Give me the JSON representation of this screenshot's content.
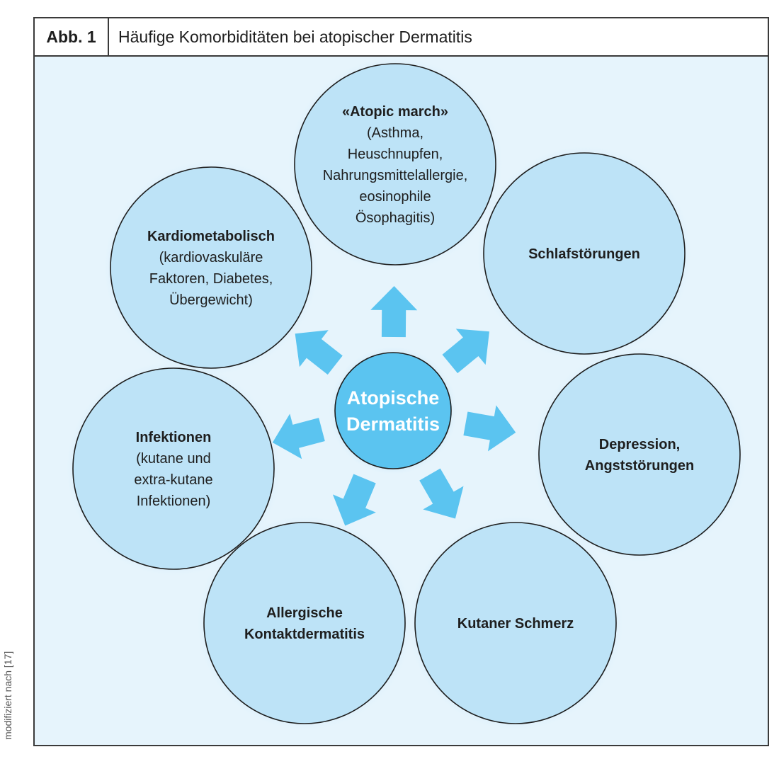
{
  "header": {
    "figure_label": "Abb. 1",
    "title": "Häufige Komorbiditäten bei atopischer Dermatitis"
  },
  "center": {
    "lines": [
      "Atopische",
      "Dermatitis"
    ]
  },
  "nodes": [
    {
      "id": "atopic-march",
      "title": "«Atopic march»",
      "lines": [
        "(Asthma,",
        "Heuschnupfen,",
        "Nahrungsmittelallergie,",
        "eosinophile",
        "Ösophagitis)"
      ]
    },
    {
      "id": "schlafstoerungen",
      "title": "Schlafstörungen",
      "lines": []
    },
    {
      "id": "depression",
      "title": "Depression,",
      "title2": "Angststörungen",
      "lines": []
    },
    {
      "id": "kutaner-schmerz",
      "title": "Kutaner Schmerz",
      "lines": []
    },
    {
      "id": "kontaktdermatitis",
      "title": "Allergische",
      "title2": "Kontaktdermatitis",
      "lines": []
    },
    {
      "id": "infektionen",
      "title": "Infektionen",
      "lines": [
        "(kutane und",
        "extra-kutane",
        "Infektionen)"
      ]
    },
    {
      "id": "kardiometabolisch",
      "title": "Kardiometabolisch",
      "lines": [
        "(kardiovaskuläre",
        "Faktoren, Diabetes,",
        "Übergewicht)"
      ]
    }
  ],
  "colors": {
    "background": "#e6f4fc",
    "node_fill": "#bde3f7",
    "center_fill": "#5bc4f0",
    "arrow": "#5bc4f0",
    "stroke": "#1e1e1e"
  },
  "side_caption": "modifiziert nach [17]"
}
